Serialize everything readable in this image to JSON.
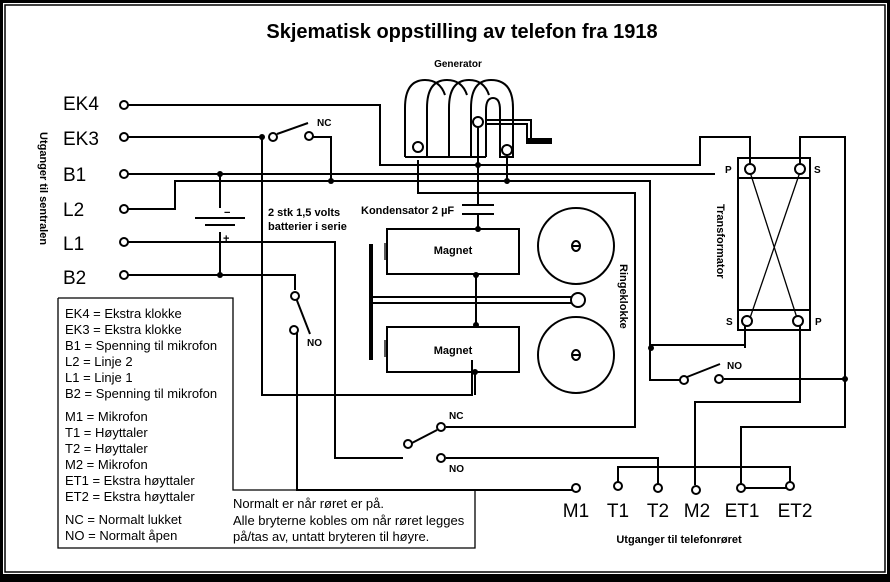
{
  "title": "Skjematisk oppstilling av telefon fra 1918",
  "left_terminals": {
    "group_label": "Utganger til sentralen",
    "items": [
      "EK4",
      "EK3",
      "B1",
      "L2",
      "L1",
      "B2"
    ]
  },
  "bottom_terminals": {
    "group_label": "Utganger til telefonrøret",
    "items": [
      "M1",
      "T1",
      "T2",
      "M2",
      "ET1",
      "ET2"
    ]
  },
  "components": {
    "generator": "Generator",
    "capacitor": "Kondensator 2 µF",
    "battery_line1": "2 stk 1,5 volts",
    "battery_line2": "batterier i serie",
    "battery_minus": "−",
    "battery_plus": "+",
    "magnet_top": "Magnet",
    "magnet_bottom": "Magnet",
    "bell": "Ringeklokke",
    "transformer": "Transformator",
    "transformer_p": "P",
    "transformer_s": "S",
    "switch_nc": "NC",
    "switch_no": "NO"
  },
  "legend": [
    "EK4 = Ekstra klokke",
    "EK3 = Ekstra klokke",
    "B1 = Spenning til mikrofon",
    "L2 = Linje 2",
    "L1 = Linje 1",
    "B2 = Spenning til mikrofon",
    "M1 = Mikrofon",
    "T1 = Høyttaler",
    "T2 = Høyttaler",
    "M2 = Mikrofon",
    "ET1 = Ekstra høyttaler",
    "ET2 = Ekstra høyttaler",
    "NC = Normalt lukket",
    "NO = Normalt åpen"
  ],
  "note": [
    "Normalt er når røret er på.",
    "Alle bryterne kobles om når røret legges",
    "på/tas av, untatt bryteren til høyre."
  ]
}
